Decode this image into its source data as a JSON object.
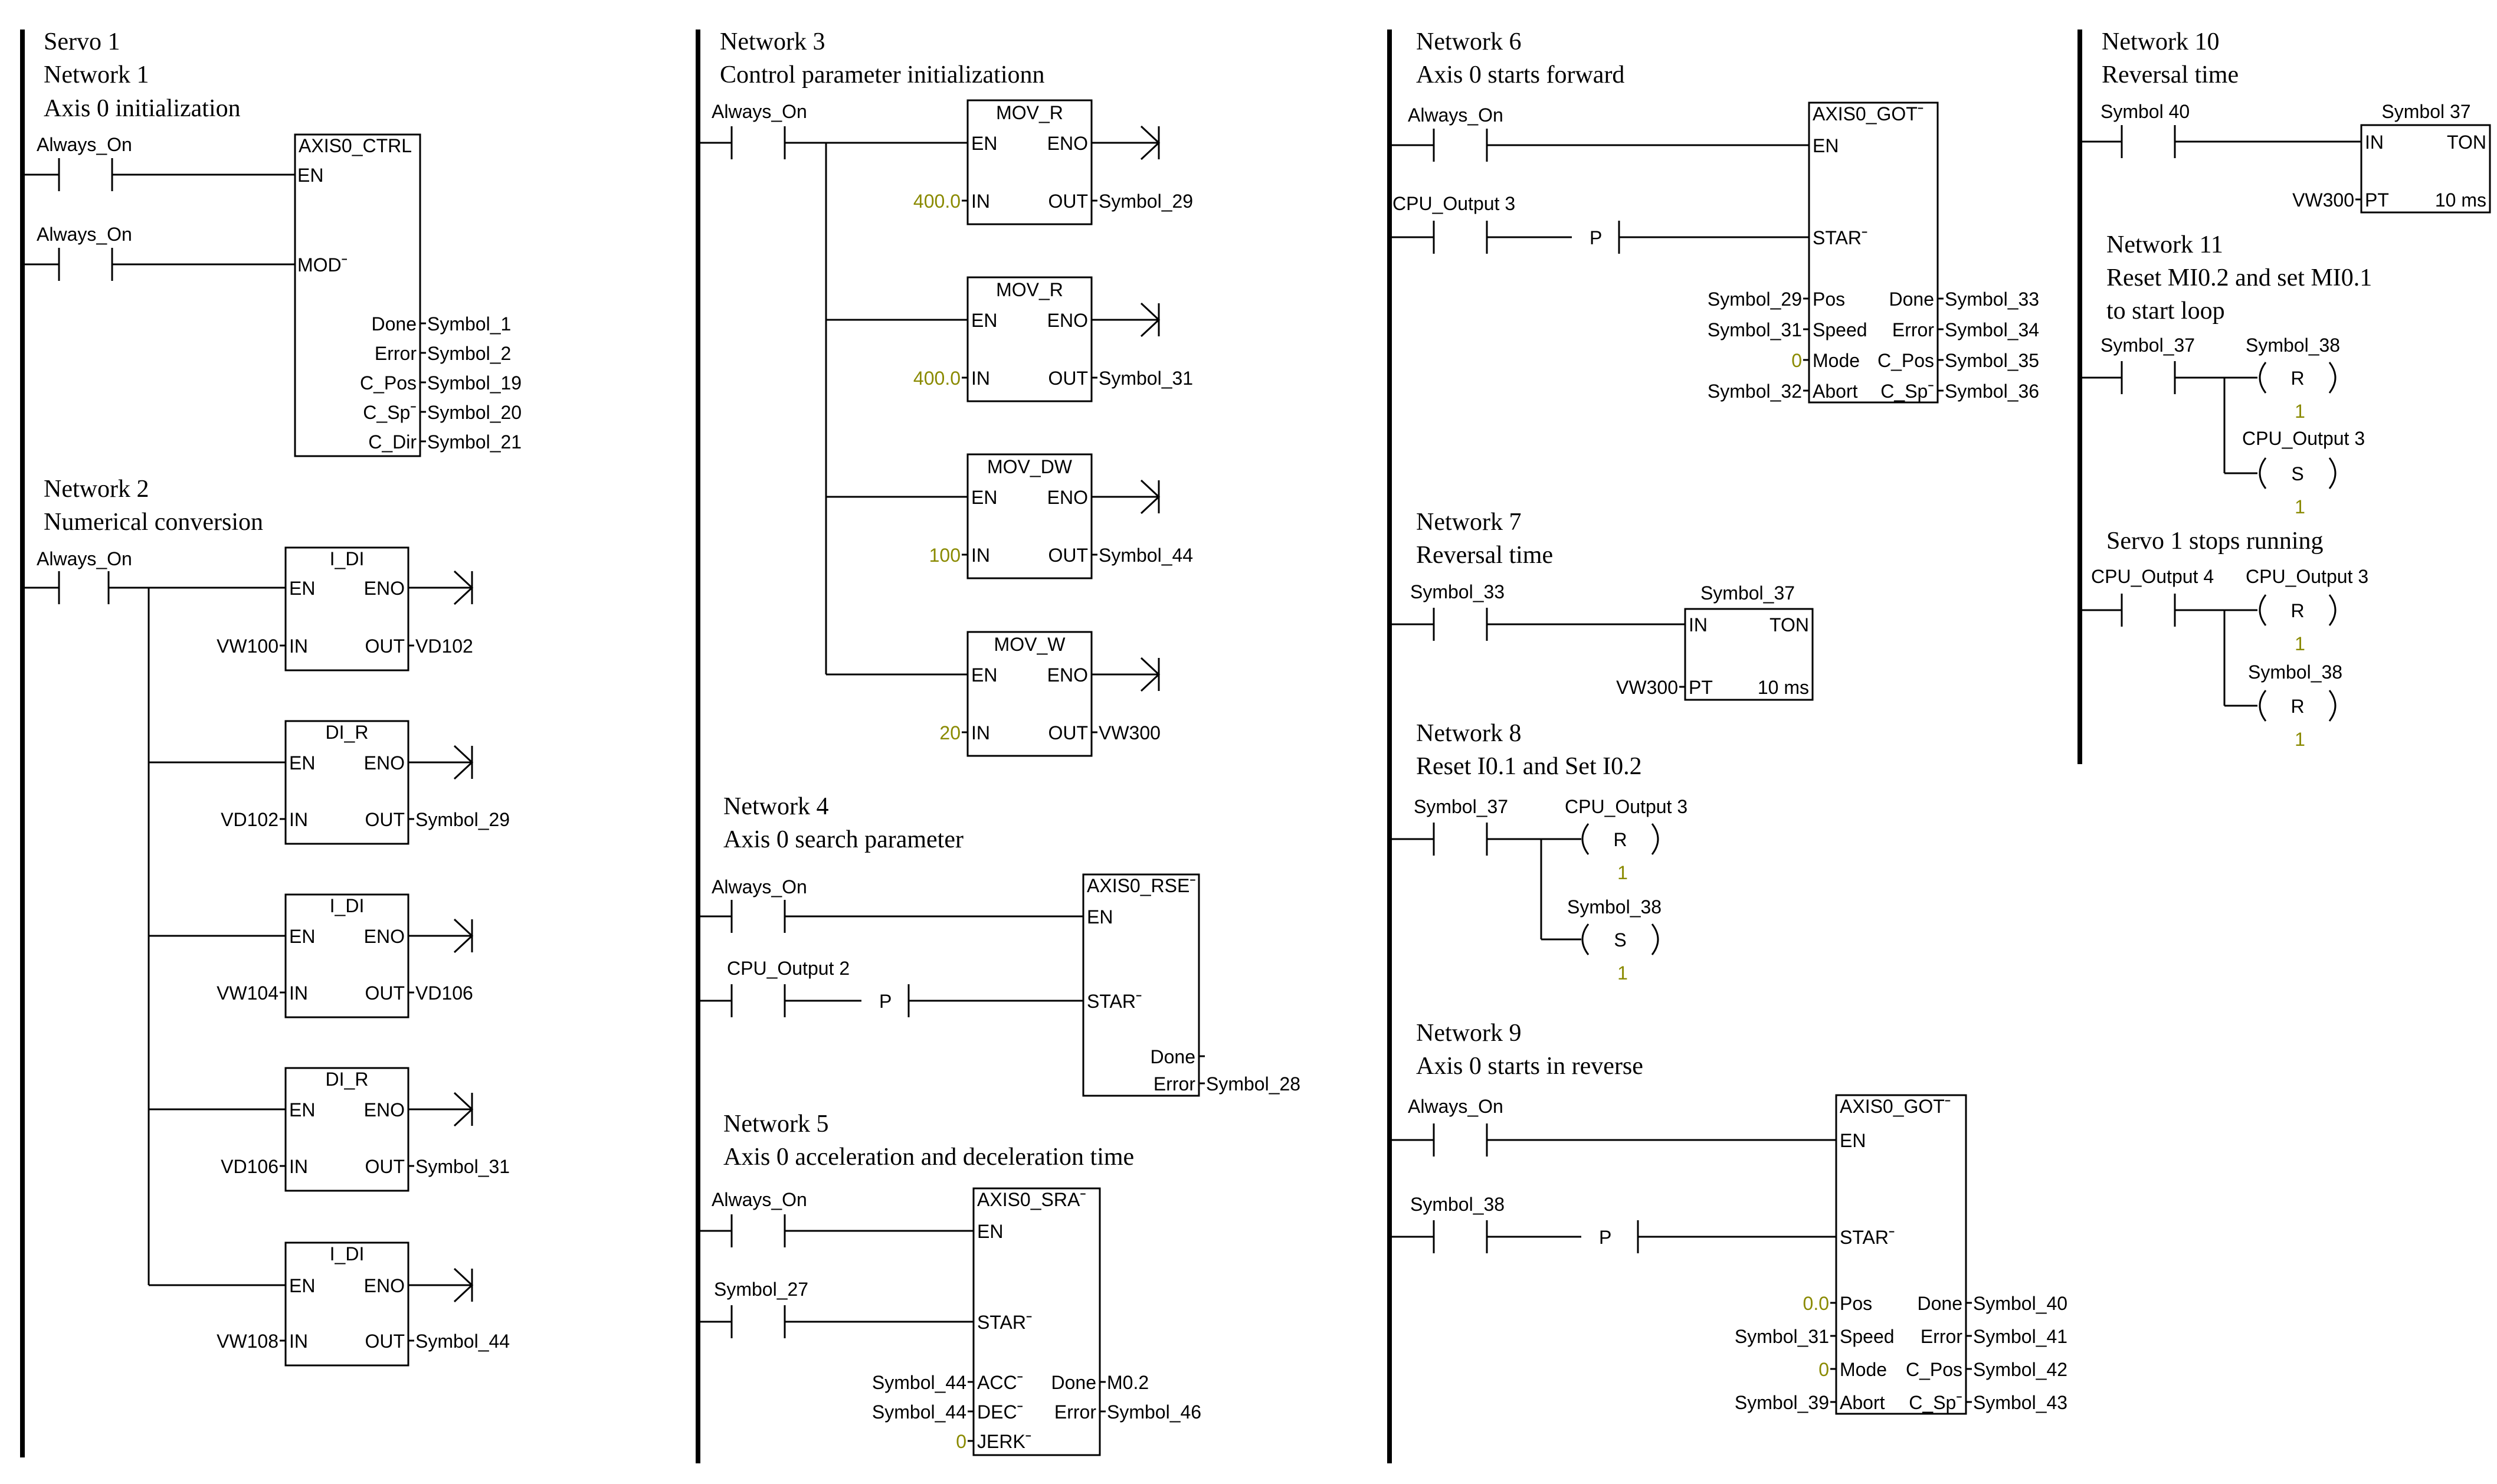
{
  "colors": {
    "line": "#000000",
    "constant": "#8a8a00",
    "background": "#ffffff"
  },
  "headers": {
    "servo1": "Servo 1",
    "n1": "Network 1",
    "n1_desc": "Axis 0 initialization",
    "n2": "Network 2",
    "n2_desc": "Numerical conversion",
    "n3": "Network 3",
    "n3_desc": "Control parameter initializationn",
    "n4": "Network 4",
    "n4_desc": "Axis 0 search parameter",
    "n5": "Network 5",
    "n5_desc": "Axis 0 acceleration and deceleration time",
    "n6": "Network 6",
    "n6_desc": "Axis 0 starts forward",
    "n7": "Network 7",
    "n7_desc": "Reversal time",
    "n8": "Network 8",
    "n8_desc": "Reset I0.1 and Set I0.2",
    "n9": "Network 9",
    "n9_desc": "Axis 0 starts in reverse",
    "n10": "Network 10",
    "n10_desc": "Reversal time",
    "n11": "Network 11",
    "n11_desc1": "Reset MI0.2 and set MI0.1",
    "n11_desc2": "to start loop",
    "servo1_stop": "Servo 1 stops running"
  },
  "labels": {
    "always_on": "Always_On",
    "cpu_output_2": "CPU_Output 2",
    "cpu_output_3": "CPU_Output 3",
    "cpu_output_4": "CPU_Output 4",
    "symbol_27": "Symbol_27",
    "symbol_33": "Symbol_33",
    "symbol_37": "Symbol_37",
    "symbol_37_sp": "Symbol  37",
    "symbol_38": "Symbol_38",
    "symbol_40_sp": "Symbol  40",
    "p": "P",
    "r": "R",
    "s": "S",
    "one": "1"
  },
  "boxes": {
    "axis_ctrl": "AXIS0_CTRL",
    "axis_got": "AXIS0_GOTˉ",
    "axis_rse": "AXIS0_RSEˉ",
    "axis_sra": "AXIS0_SRAˉ",
    "i_di": "I_DI",
    "di_r": "DI_R",
    "mov_r": "MOV_R",
    "mov_dw": "MOV_DW",
    "mov_w": "MOV_W",
    "ton": "TON"
  },
  "pins": {
    "en": "EN",
    "eno": "ENO",
    "in": "IN",
    "out": "OUT",
    "mod": "MODˉ",
    "star": "STARˉ",
    "done": "Done",
    "error": "Error",
    "c_pos": "C_Pos",
    "c_sp": "C_Spˉ",
    "c_dir": "C_Dir",
    "pos": "Pos",
    "speed": "Speed",
    "mode": "Mode",
    "abort": "Abort",
    "acc": "ACCˉ",
    "dec": "DECˉ",
    "jerk": "JERKˉ",
    "pt": "PT",
    "ms": "10 ms"
  },
  "operands": {
    "symbol_1": "Symbol_1",
    "symbol_2": "Symbol_2",
    "symbol_19": "Symbol_19",
    "symbol_20": "Symbol_20",
    "symbol_21": "Symbol_21",
    "vw100": "VW100",
    "vd102": "VD102",
    "vw104": "VW104",
    "vd106": "VD106",
    "vw108": "VW108",
    "vw300": "VW300",
    "symbol_28": "Symbol_28",
    "symbol_29": "Symbol_29",
    "symbol_31": "Symbol_31",
    "symbol_32": "Symbol_32",
    "symbol_34": "Symbol_34",
    "symbol_35": "Symbol_35",
    "symbol_36": "Symbol_36",
    "symbol_39": "Symbol_39",
    "symbol_40": "Symbol_40",
    "symbol_41": "Symbol_41",
    "symbol_42": "Symbol_42",
    "symbol_43": "Symbol_43",
    "symbol_44": "Symbol_44",
    "symbol_46": "Symbol_46",
    "m0_2": "M0.2",
    "c400": "400.0",
    "c100": "100",
    "c20": "20",
    "c0": "0",
    "c0_0": "0.0"
  }
}
